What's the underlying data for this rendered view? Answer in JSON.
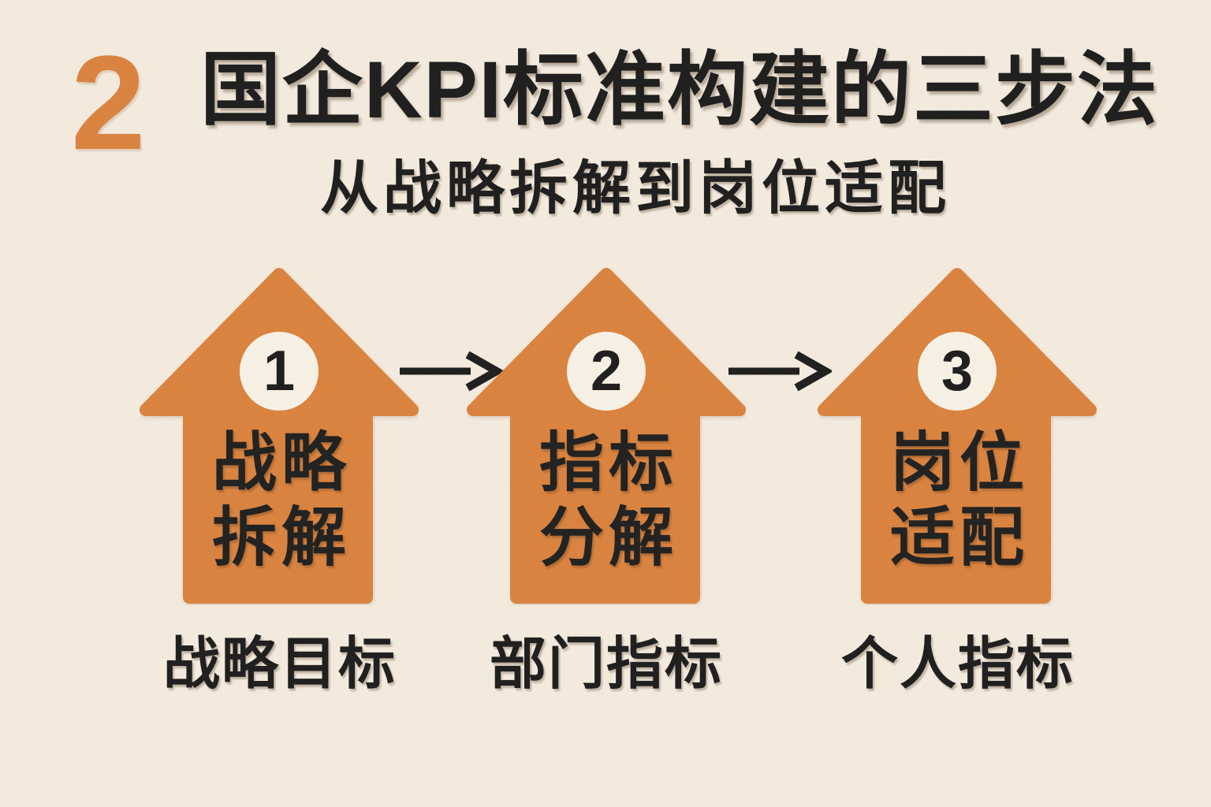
{
  "theme": {
    "bg_color": "#F6EDE1",
    "accent_color": "#DC8440",
    "text_color": "#1E1E1E",
    "circle_color": "#F9F3E8",
    "connector_color": "#1F1F1F"
  },
  "header": {
    "section_number": "2",
    "title": "国企KPI标准构建的三步法",
    "subtitle": "从战略拆解到岗位适配"
  },
  "steps": [
    {
      "number": "1",
      "label_line1": "战略",
      "label_line2": "拆解",
      "caption": "战略目标"
    },
    {
      "number": "2",
      "label_line1": "指标",
      "label_line2": "分解",
      "caption": "部门指标"
    },
    {
      "number": "3",
      "label_line1": "岗位",
      "label_line2": "适配",
      "caption": "个人指标"
    }
  ],
  "icons": {
    "step_shape": "up-arrow",
    "flow_connector": "arrow-right"
  }
}
